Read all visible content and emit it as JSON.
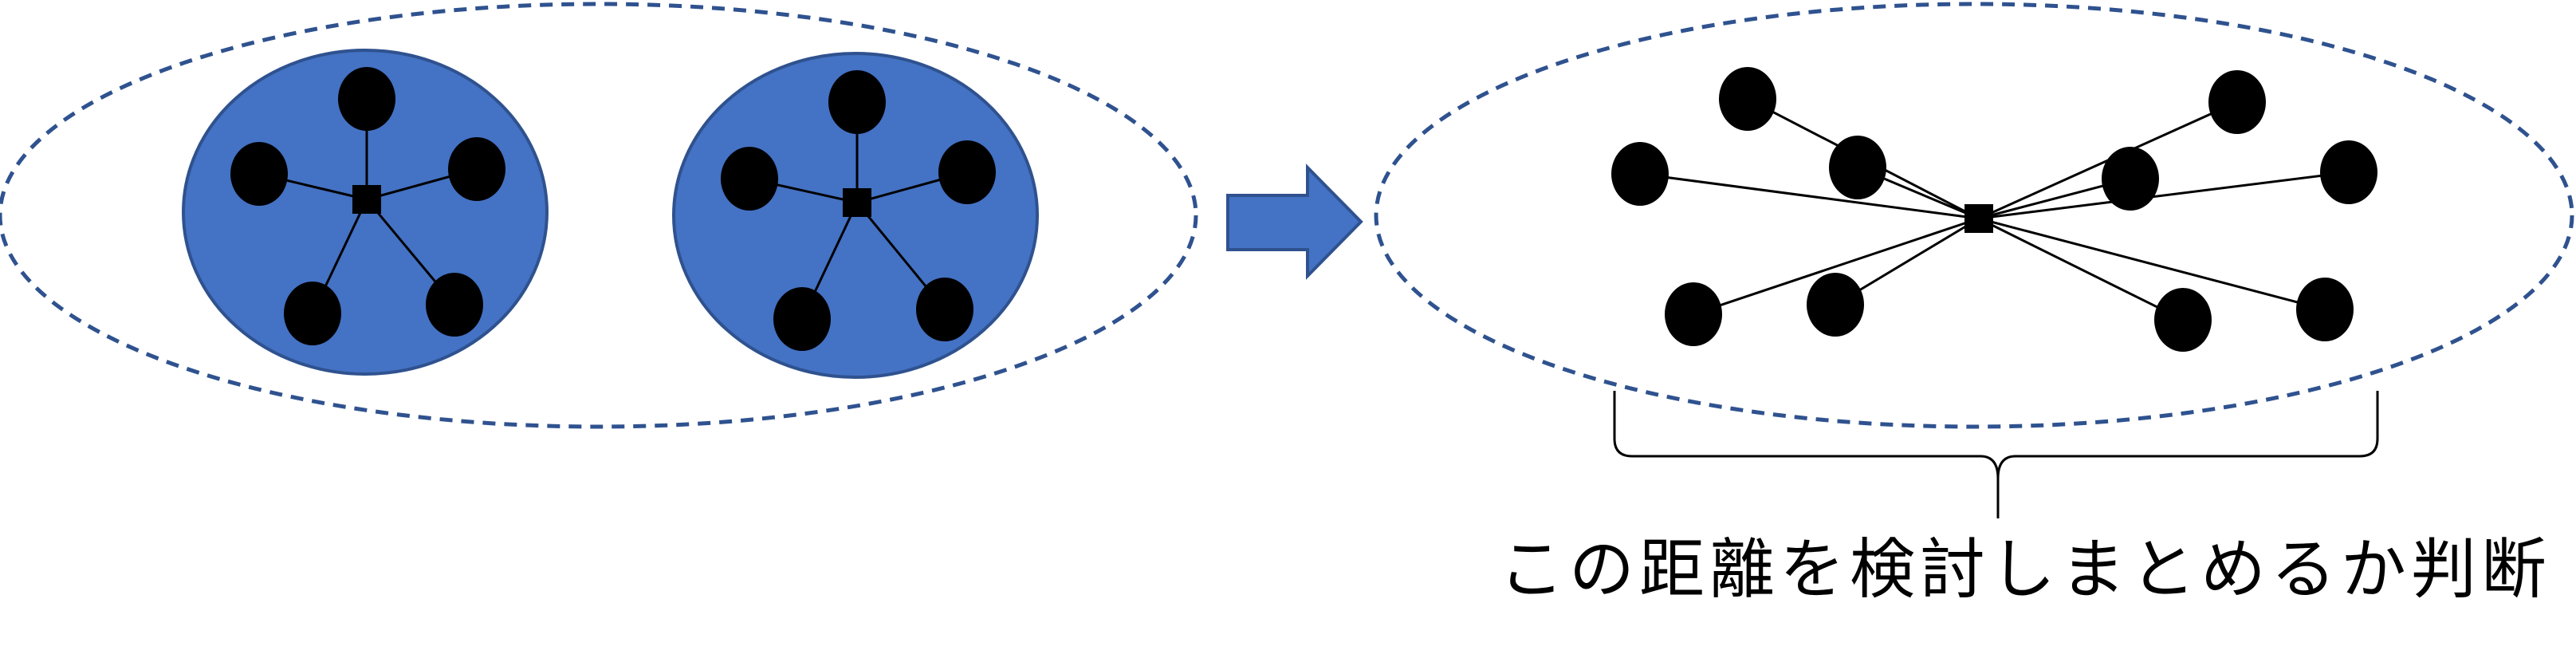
{
  "caption": "この距離を検討しまとめるか判断",
  "colors": {
    "cluster_fill": "#4472C4",
    "cluster_stroke": "#2F528F",
    "dashed_outline": "#2F528F",
    "arrow_fill": "#4472C4",
    "node_fill": "#000000",
    "edge": "#000000"
  },
  "icons": {
    "node": "black-circle-node",
    "hub": "black-square-hub",
    "arrow": "right-block-arrow",
    "brace": "curly-brace"
  }
}
